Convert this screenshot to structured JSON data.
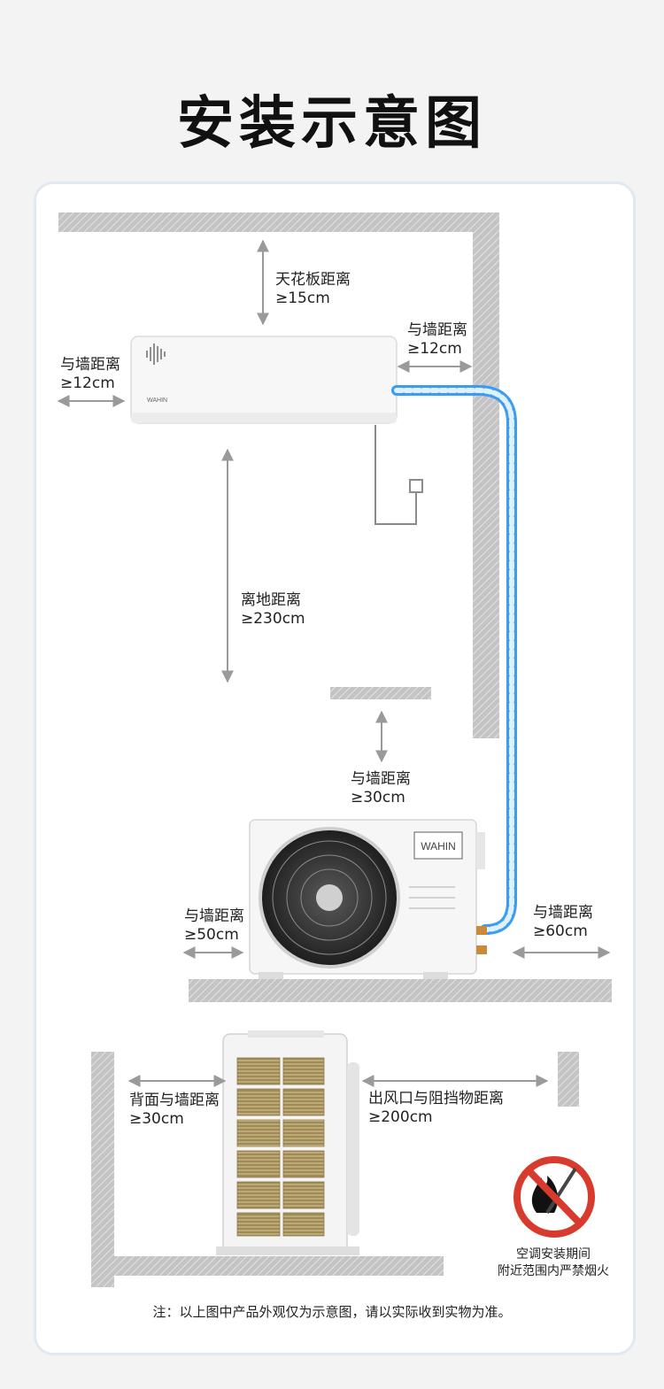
{
  "title": "安装示意图",
  "brand": "WAHIN",
  "labels": {
    "ceiling_name": "天花板距离",
    "ceiling_value": "≥15cm",
    "indoor_left_name": "与墙距离",
    "indoor_left_value": "≥12cm",
    "indoor_right_name": "与墙距离",
    "indoor_right_value": "≥12cm",
    "floor_name": "离地距离",
    "floor_value": "≥230cm",
    "outdoor_top_name": "与墙距离",
    "outdoor_top_value": "≥30cm",
    "outdoor_left_name": "与墙距离",
    "outdoor_left_value": "≥50cm",
    "outdoor_right_name": "与墙距离",
    "outdoor_right_value": "≥60cm",
    "back_name": "背面与墙距离",
    "back_value": "≥30cm",
    "front_name": "出风口与阻挡物距离",
    "front_value": "≥200cm"
  },
  "warning": {
    "line1": "空调安装期间",
    "line2": "附近范围内严禁烟火"
  },
  "note": "注：以上图中产品外观仅为示意图，请以实际收到实物为准。",
  "colors": {
    "wall": "#bdbdbd",
    "pipe": "#3b9cf0",
    "arrow": "#9a9a9a",
    "no_fire": "#d93a2e"
  }
}
